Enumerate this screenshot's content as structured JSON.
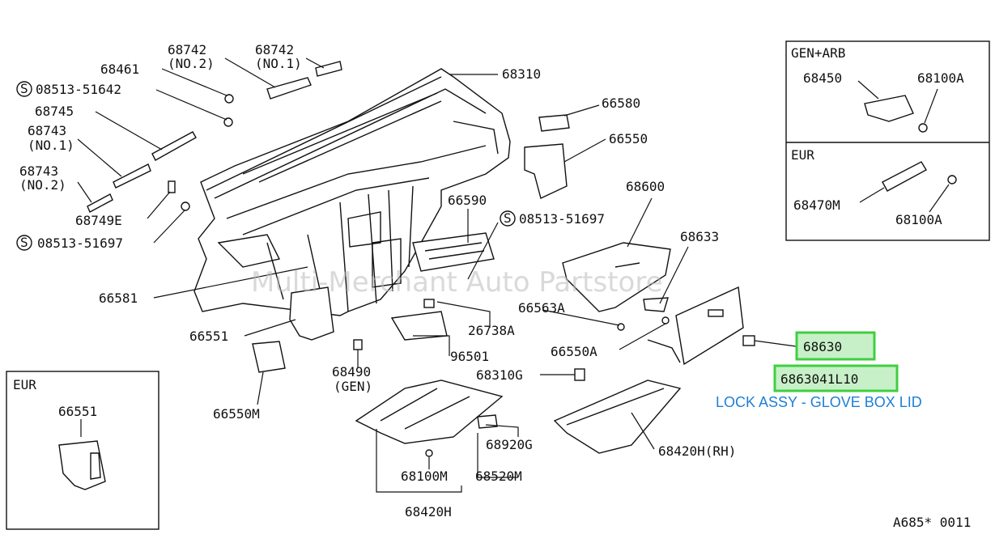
{
  "labels": {
    "p68742_2": "68742",
    "p68742_2n": "(NO.2)",
    "p68742_1": "68742",
    "p68742_1n": "(NO.1)",
    "p68461": "68461",
    "p08513a": "08513-51642",
    "p68745": "68745",
    "p68743_1": "68743",
    "p68743_1n": "(NO.1)",
    "p68743_2": "68743",
    "p68743_2n": "(NO.2)",
    "p68749E": "68749E",
    "p08513b": "08513-51697",
    "p68310": "68310",
    "p66580": "66580",
    "p66550": "66550",
    "p68600": "68600",
    "p66590": "66590",
    "p08513c": "08513-51697",
    "p68633": "68633",
    "p66581": "66581",
    "p66563A": "66563A",
    "p66551": "66551",
    "p26738A": "26738A",
    "p66550A": "66550A",
    "p96501": "96501",
    "p68490": "68490",
    "p68490n": "(GEN)",
    "p68310G": "68310G",
    "p66550M": "66550M",
    "p68920G": "68920G",
    "p68420HRH": "68420H(RH)",
    "p68100M": "68100M",
    "p68520M": "68520M",
    "p68420H": "68420H",
    "p68630": "68630",
    "p6863041L10": "6863041L10",
    "desc": "LOCK ASSY - GLOVE BOX LID",
    "drawing_code": "A685* 0011",
    "watermark": "Multi-Merchant Auto Partstore"
  },
  "inset_top": {
    "section1": "GEN+ARB",
    "p68450": "68450",
    "p68100A_1": "68100A",
    "section2": "EUR",
    "p68470M": "68470M",
    "p68100A_2": "68100A"
  },
  "inset_left": {
    "section": "EUR",
    "p66551": "66551"
  },
  "colors": {
    "highlight_border": "#3fcf3f",
    "highlight_fill": "#c8f0c8",
    "description": "#1e7fd6"
  }
}
